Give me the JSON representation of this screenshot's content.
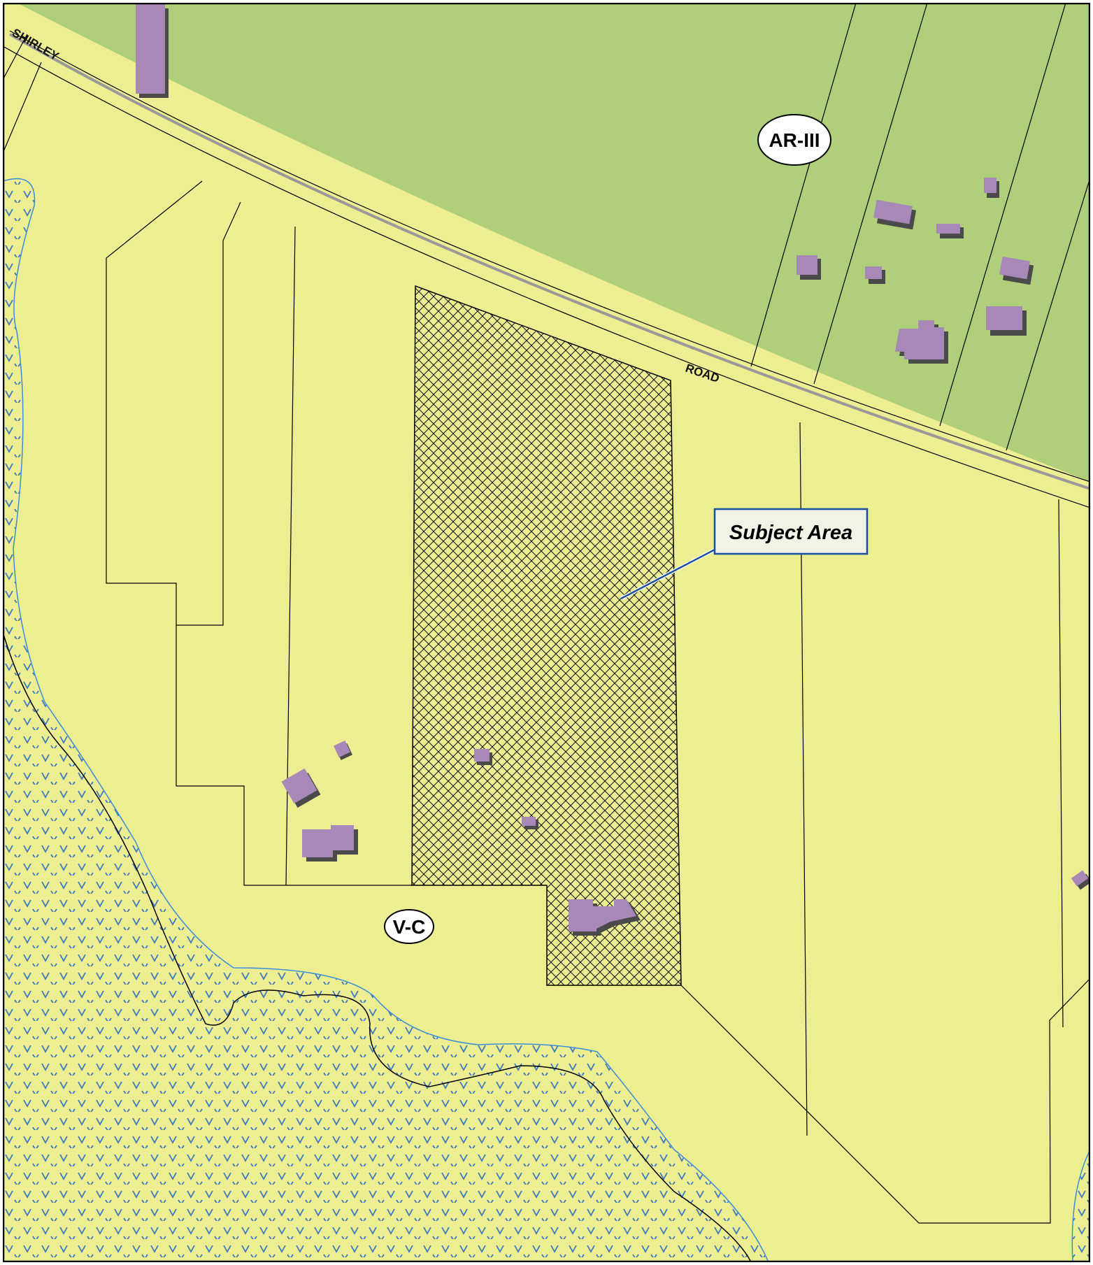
{
  "map": {
    "road_labels": [
      "SHIRLEY",
      "ROAD"
    ],
    "zone_labels": [
      "AR-III",
      "V-C"
    ],
    "callout": {
      "text": "Subject Area"
    },
    "wetland_symbol": "v",
    "colors": {
      "agricultural_zone": "#b0cf7b",
      "village_zone": "#eded91",
      "building": "#a888b8",
      "building_shadow": "#4a4a4a",
      "wetland_line": "#3a8ed8",
      "wetland_mark": "#3d78c0",
      "road_line": "#999999",
      "parcel_line": "#000000",
      "callout_border": "#1a4f9c",
      "callout_fill": "#f2f2e6"
    }
  }
}
